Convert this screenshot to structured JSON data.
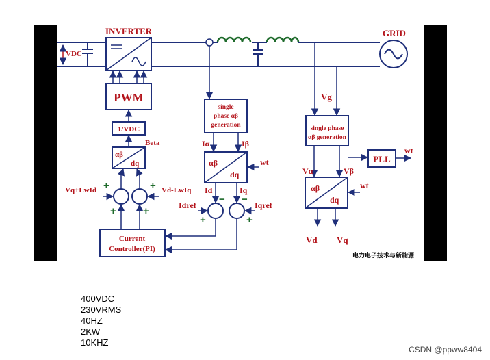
{
  "diagram": {
    "inverter": "INVERTER",
    "grid": "GRID",
    "vdc": "VDC",
    "pwm": "PWM",
    "inv_vdc": "1/VDC",
    "beta": "Beta",
    "alphabeta": "αβ",
    "dq": "dq",
    "vq_plus": "Vq+LwId",
    "vd_minus": "Vd-LwIq",
    "plus": "+",
    "minus": "−",
    "controller_line1": "Current",
    "controller_line2": "Controller(PI)",
    "sp1_line1": "single",
    "sp1_line2": "phase αβ",
    "sp1_line3": "generation",
    "i_alpha": "Iα",
    "i_beta": "Iβ",
    "wt": "wt",
    "id": "Id",
    "iq": "Iq",
    "idref": "Idref",
    "iqref": "Iqref",
    "vg": "Vg",
    "sp2_line1": "single phase",
    "sp2_line2": "αβ generation",
    "pll": "PLL",
    "v_alpha": "Vα",
    "v_beta": "Vβ",
    "vd": "Vd",
    "vq": "Vq",
    "caption": "电力电子技术与新能源"
  },
  "specs": [
    "400VDC",
    "230VRMS",
    "40HZ",
    "2KW",
    "10KHZ"
  ],
  "watermark": "CSDN @ppww8404",
  "colors": {
    "wire": "#1f2f7a",
    "label": "#b4151c",
    "ground": "#1f6b2c",
    "bar": "#000000"
  }
}
